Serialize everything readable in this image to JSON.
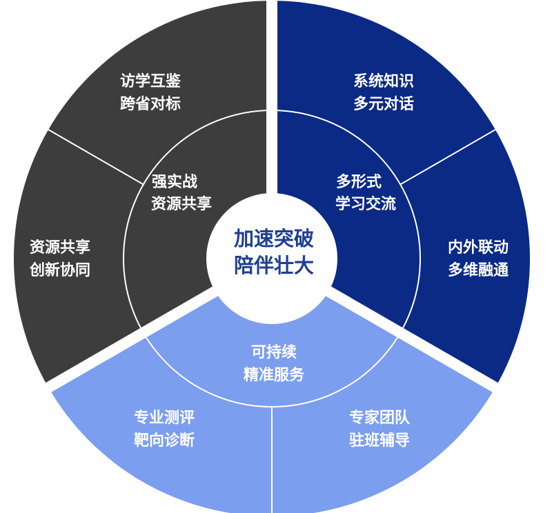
{
  "center": {
    "line1": "加速突破",
    "line2": "陪伴壮大",
    "text_color": "#1f3f8f"
  },
  "colors": {
    "dark": "#3d3d3d",
    "navy": "#0b2a86",
    "light_blue": "#7b9eef",
    "divider": "#ffffff"
  },
  "sectors": {
    "left": {
      "inner": [
        "强实战",
        "资源共享"
      ],
      "outer_top": [
        "访学互鉴",
        "跨省对标"
      ],
      "outer_bottom": [
        "资源共享",
        "创新协同"
      ]
    },
    "right": {
      "inner": [
        "多形式",
        "学习交流"
      ],
      "outer_top": [
        "系统知识",
        "多元对话"
      ],
      "outer_bottom": [
        "内外联动",
        "多维融通"
      ]
    },
    "bottom": {
      "inner": [
        "可持续",
        "精准服务"
      ],
      "outer_left": [
        "专业测评",
        "靶向诊断"
      ],
      "outer_right": [
        "专家团队",
        "驻班辅导"
      ]
    }
  }
}
